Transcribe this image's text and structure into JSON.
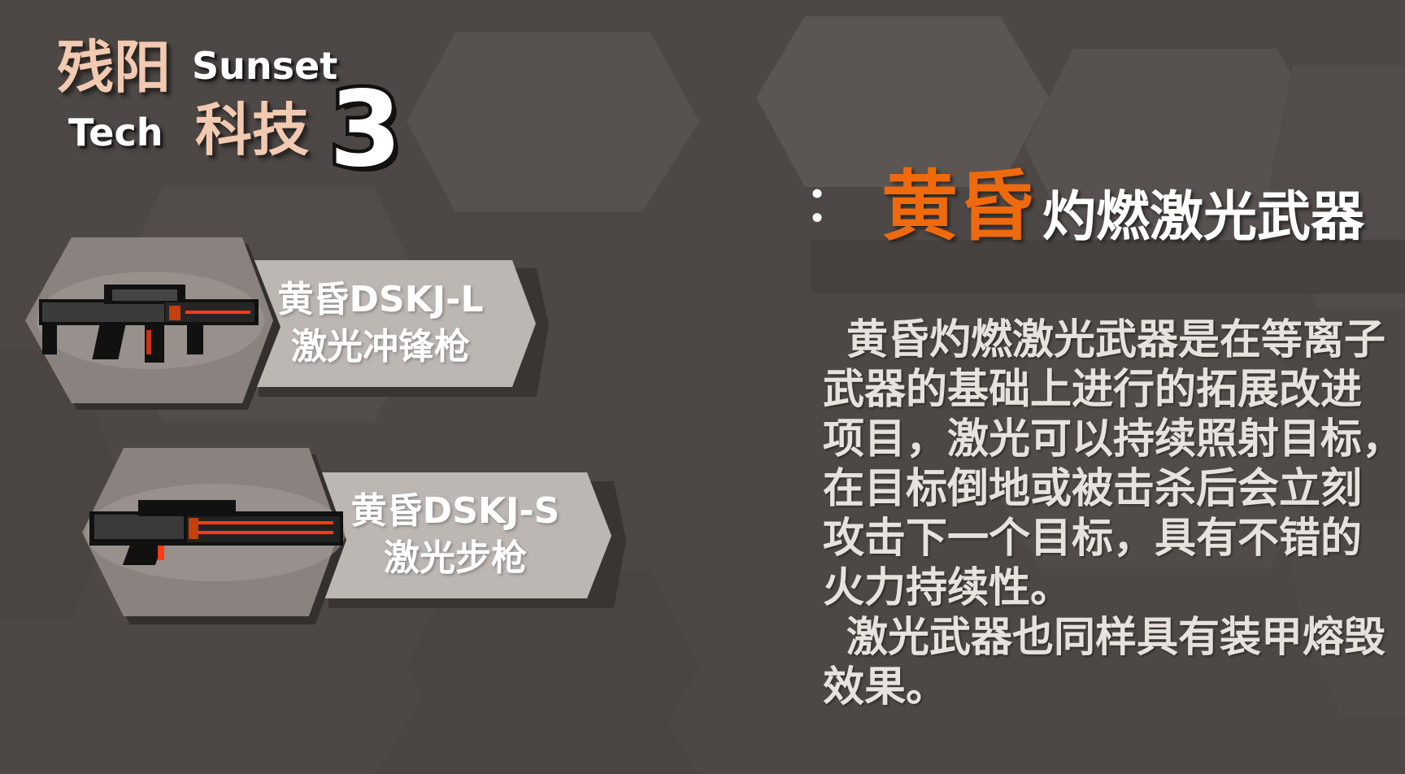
{
  "logo": {
    "cn_top": "残阳",
    "en_top": "Sunset",
    "en_bottom": "Tech",
    "cn_bottom": "科技",
    "number": "3"
  },
  "weapons": [
    {
      "name": "黄昏DSKJ-L",
      "type": "激光冲锋枪",
      "icon": "laser-smg-icon"
    },
    {
      "name": "黄昏DSKJ-S",
      "type": "激光步枪",
      "icon": "laser-rifle-icon"
    }
  ],
  "heading": {
    "colon": "：",
    "highlight": "黄昏",
    "rest": "灼燃激光武器"
  },
  "description": {
    "lines": [
      "黄昏灼燃激光武器是在等离子",
      "武器的基础上进行的拓展改进",
      "项目，激光可以持续照射目标，",
      "在目标倒地或被击杀后会立刻",
      "攻击下一个目标，具有不错的",
      "火力持续性。",
      "激光武器也同样具有装甲熔毁",
      "效果。"
    ]
  },
  "colors": {
    "background": "#4d4845",
    "accent_orange": "#ee6a0c",
    "logo_peach": "#f2c9b1",
    "hex_fill": "#8a827e",
    "banner_fill": "#bdb7b3"
  }
}
